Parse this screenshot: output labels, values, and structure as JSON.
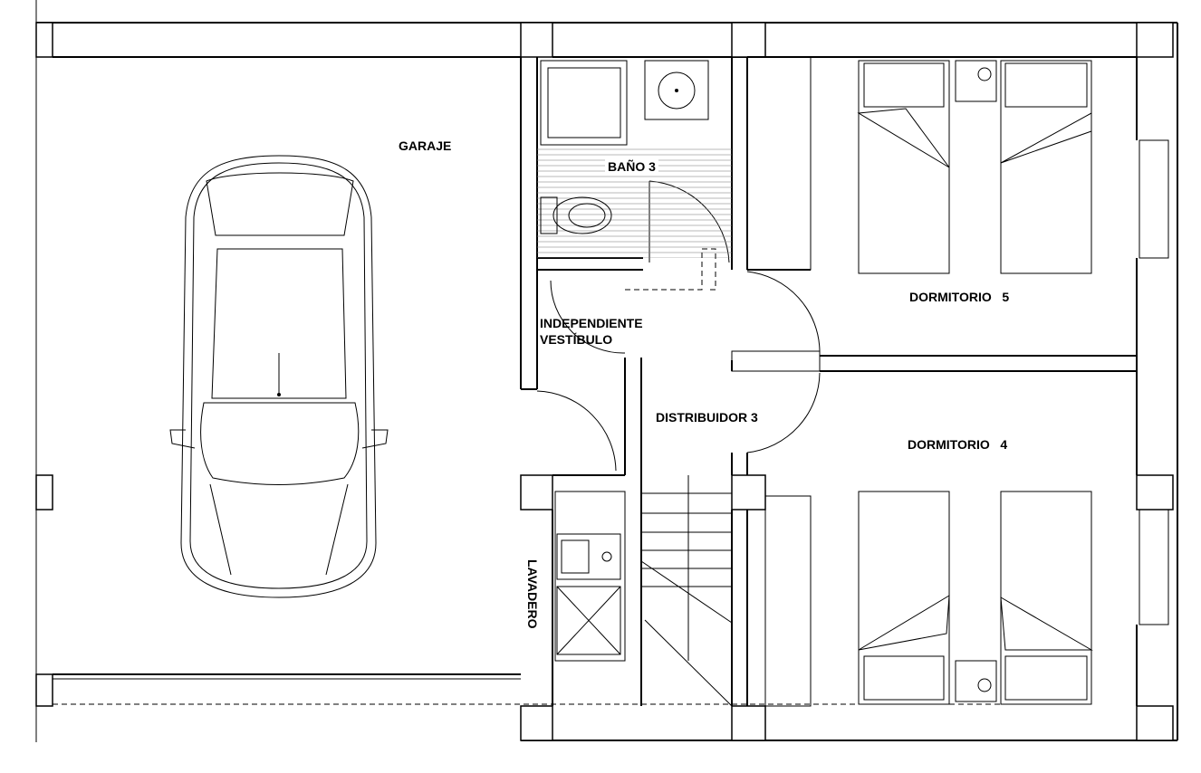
{
  "rooms": {
    "garage": "GARAJE",
    "bathroom": "BAÑO  3",
    "vestibule_line1": "INDEPENDIENTE",
    "vestibule_line2": "VESTÍBULO",
    "distributor": "DISTRIBUIDOR  3",
    "bedroom5": "DORMITORIO   5",
    "bedroom4": "DORMITORIO   4",
    "laundry": "LAVADERO"
  }
}
